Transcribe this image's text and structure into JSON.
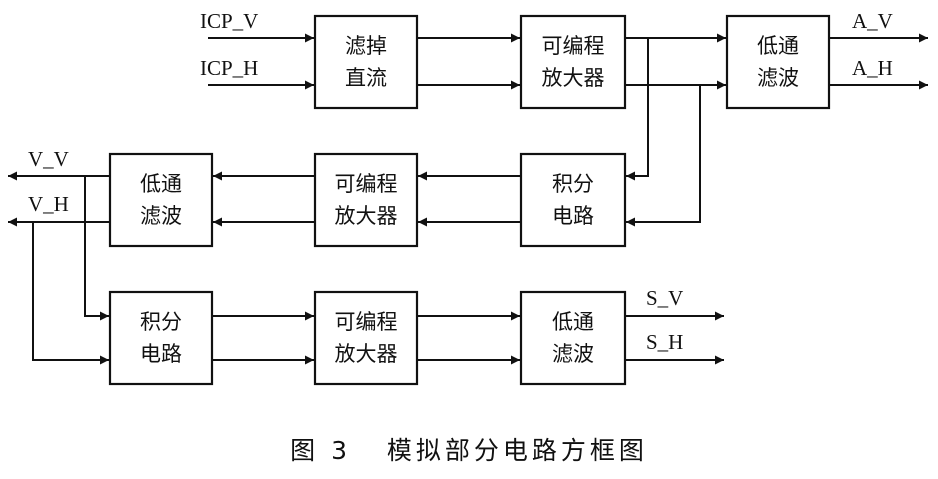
{
  "blocks": {
    "dc_block": {
      "line1": "滤掉",
      "line2": "直流"
    },
    "amp_top": {
      "line1": "可编程",
      "line2": "放大器"
    },
    "lpf_top": {
      "line1": "低通",
      "line2": "滤波"
    },
    "integrator_mid": {
      "line1": "积分",
      "line2": "电路"
    },
    "amp_mid": {
      "line1": "可编程",
      "line2": "放大器"
    },
    "lpf_mid": {
      "line1": "低通",
      "line2": "滤波"
    },
    "integrator_bot": {
      "line1": "积分",
      "line2": "电路"
    },
    "amp_bot": {
      "line1": "可编程",
      "line2": "放大器"
    },
    "lpf_bot": {
      "line1": "低通",
      "line2": "滤波"
    }
  },
  "signals": {
    "icp_v": "ICP_V",
    "icp_h": "ICP_H",
    "a_v": "A_V",
    "a_h": "A_H",
    "v_v": "V_V",
    "v_h": "V_H",
    "s_v": "S_V",
    "s_h": "S_H"
  },
  "caption": "图 3   模拟部分电路方框图"
}
